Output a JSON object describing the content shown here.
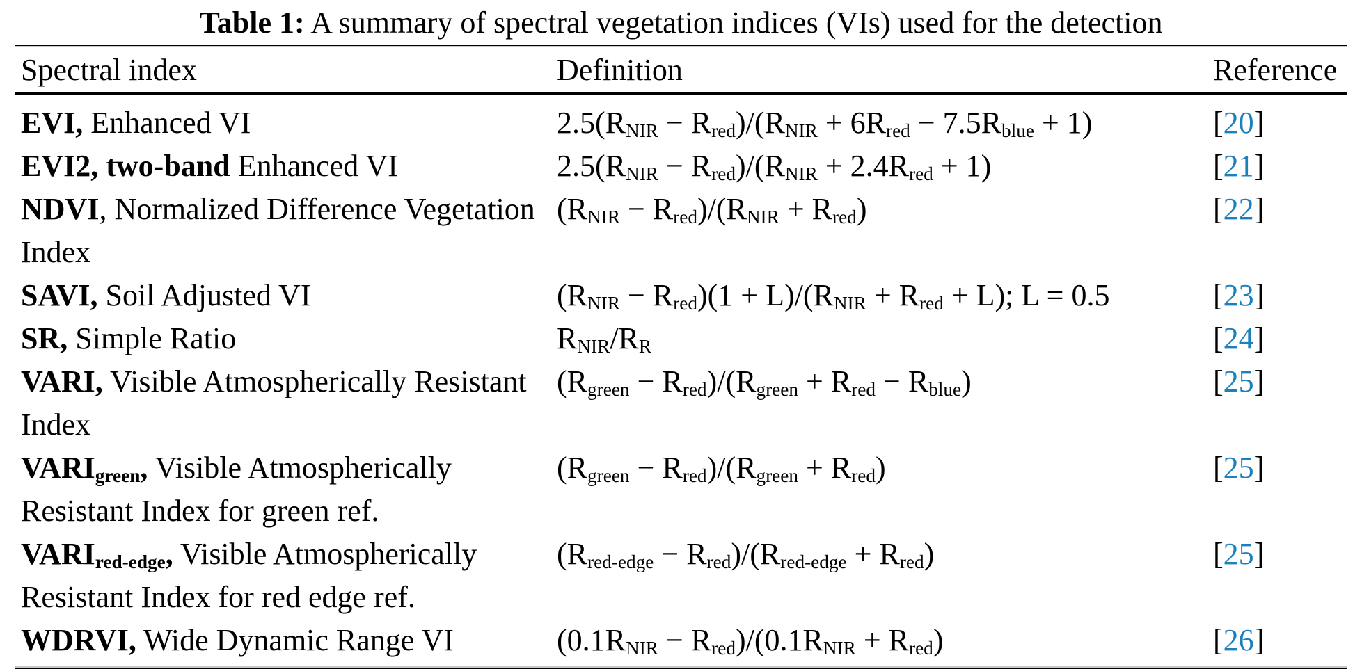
{
  "colors": {
    "citation_blue": "#1b80be",
    "text_black": "#000000",
    "background": "#ffffff"
  },
  "caption": {
    "rich": [
      {
        "t": "Table 1:",
        "b": true
      },
      {
        "t": "  A summary of spectral vegetation indices (VIs) used for the detection"
      }
    ]
  },
  "table": {
    "ref_open": "[",
    "ref_close": "]",
    "columns": [
      "Spectral index",
      "Definition",
      "Reference"
    ],
    "rows": [
      {
        "name": [
          {
            "t": "EVI,",
            "b": true
          },
          {
            "t": " Enhanced VI"
          }
        ],
        "definition": [
          {
            "t": "2.5(R"
          },
          {
            "t": "NIR",
            "sub": true
          },
          {
            "t": " − R"
          },
          {
            "t": "red",
            "sub": true
          },
          {
            "t": ")/(R"
          },
          {
            "t": "NIR",
            "sub": true
          },
          {
            "t": " + 6R"
          },
          {
            "t": "red",
            "sub": true
          },
          {
            "t": " − 7.5R"
          },
          {
            "t": "blue",
            "sub": true
          },
          {
            "t": " + 1)"
          }
        ],
        "reference": "20"
      },
      {
        "name": [
          {
            "t": "EVI2, two-band",
            "b": true
          },
          {
            "t": " Enhanced VI"
          }
        ],
        "definition": [
          {
            "t": "2.5(R"
          },
          {
            "t": "NIR",
            "sub": true
          },
          {
            "t": " − R"
          },
          {
            "t": "red",
            "sub": true
          },
          {
            "t": ")/(R"
          },
          {
            "t": "NIR",
            "sub": true
          },
          {
            "t": " + 2.4R"
          },
          {
            "t": "red",
            "sub": true
          },
          {
            "t": " + 1)"
          }
        ],
        "reference": "21"
      },
      {
        "name": [
          {
            "t": "NDVI",
            "b": true
          },
          {
            "t": ", Normalized Difference Vegetation Index"
          }
        ],
        "definition": [
          {
            "t": "(R"
          },
          {
            "t": "NIR",
            "sub": true
          },
          {
            "t": " − R"
          },
          {
            "t": "red",
            "sub": true
          },
          {
            "t": ")/(R"
          },
          {
            "t": "NIR",
            "sub": true
          },
          {
            "t": " + R"
          },
          {
            "t": "red",
            "sub": true
          },
          {
            "t": ")"
          }
        ],
        "reference": "22"
      },
      {
        "name": [
          {
            "t": "SAVI,",
            "b": true
          },
          {
            "t": " Soil Adjusted VI"
          }
        ],
        "definition": [
          {
            "t": "(R"
          },
          {
            "t": "NIR",
            "sub": true
          },
          {
            "t": " − R"
          },
          {
            "t": "red",
            "sub": true
          },
          {
            "t": ")(1 + L)/(R"
          },
          {
            "t": "NIR",
            "sub": true
          },
          {
            "t": " + R"
          },
          {
            "t": "red",
            "sub": true
          },
          {
            "t": " + L); L = 0.5"
          }
        ],
        "reference": "23"
      },
      {
        "name": [
          {
            "t": "SR,",
            "b": true
          },
          {
            "t": " Simple Ratio"
          }
        ],
        "definition": [
          {
            "t": "R"
          },
          {
            "t": "NIR",
            "sub": true
          },
          {
            "t": "/R"
          },
          {
            "t": "R",
            "sub": true
          }
        ],
        "reference": "24"
      },
      {
        "name": [
          {
            "t": "VARI,",
            "b": true
          },
          {
            "t": " Visible Atmospherically Resistant Index"
          }
        ],
        "definition": [
          {
            "t": "(R"
          },
          {
            "t": "green",
            "sub": true
          },
          {
            "t": " − R"
          },
          {
            "t": "red",
            "sub": true
          },
          {
            "t": ")/(R"
          },
          {
            "t": "green",
            "sub": true
          },
          {
            "t": " + R"
          },
          {
            "t": "red",
            "sub": true
          },
          {
            "t": " − R"
          },
          {
            "t": "blue",
            "sub": true
          },
          {
            "t": ")"
          }
        ],
        "reference": "25"
      },
      {
        "name": [
          {
            "t": "VARI",
            "b": true
          },
          {
            "t": "green",
            "b": true,
            "sub": true
          },
          {
            "t": ",",
            "b": true
          },
          {
            "t": " Visible Atmospherically Resistant Index for green ref."
          }
        ],
        "definition": [
          {
            "t": "(R"
          },
          {
            "t": "green",
            "sub": true
          },
          {
            "t": " − R"
          },
          {
            "t": "red",
            "sub": true
          },
          {
            "t": ")/(R"
          },
          {
            "t": "green",
            "sub": true
          },
          {
            "t": " + R"
          },
          {
            "t": "red",
            "sub": true
          },
          {
            "t": ")"
          }
        ],
        "reference": "25"
      },
      {
        "name": [
          {
            "t": "VARI",
            "b": true
          },
          {
            "t": "red-edge",
            "b": true,
            "sub": true
          },
          {
            "t": ",",
            "b": true
          },
          {
            "t": " Visible Atmospherically Resistant Index for red edge ref."
          }
        ],
        "definition": [
          {
            "t": "(R"
          },
          {
            "t": "red-edge",
            "sub": true
          },
          {
            "t": " − R"
          },
          {
            "t": "red",
            "sub": true
          },
          {
            "t": ")/(R"
          },
          {
            "t": "red-edge",
            "sub": true
          },
          {
            "t": " + R"
          },
          {
            "t": "red",
            "sub": true
          },
          {
            "t": ")"
          }
        ],
        "reference": "25"
      },
      {
        "name": [
          {
            "t": "WDRVI,",
            "b": true
          },
          {
            "t": " Wide Dynamic Range VI"
          }
        ],
        "definition": [
          {
            "t": "(0.1R"
          },
          {
            "t": "NIR",
            "sub": true
          },
          {
            "t": " − R"
          },
          {
            "t": "red",
            "sub": true
          },
          {
            "t": ")/(0.1R"
          },
          {
            "t": "NIR",
            "sub": true
          },
          {
            "t": " + R"
          },
          {
            "t": "red",
            "sub": true
          },
          {
            "t": ")"
          }
        ],
        "reference": "26"
      }
    ]
  }
}
